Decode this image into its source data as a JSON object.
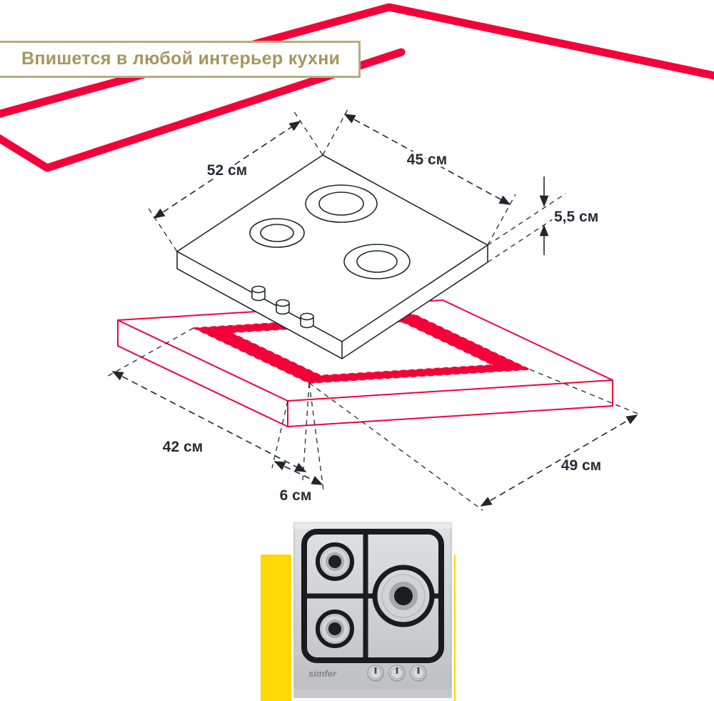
{
  "title": {
    "text": "Впишется в любой интерьер кухни"
  },
  "diagram": {
    "hob_width_label": "52 см",
    "hob_depth_label": "45 см",
    "hob_height_label": "5,5 см",
    "cutout_depth_label": "42 см",
    "cutout_width_label": "49 см",
    "cutout_offset_label": "6 см"
  },
  "product": {
    "brand": "simfer"
  },
  "colors": {
    "accent_red": "#f30239",
    "title_gold": "#a6955e",
    "backdrop_yellow": "#ffd905"
  }
}
